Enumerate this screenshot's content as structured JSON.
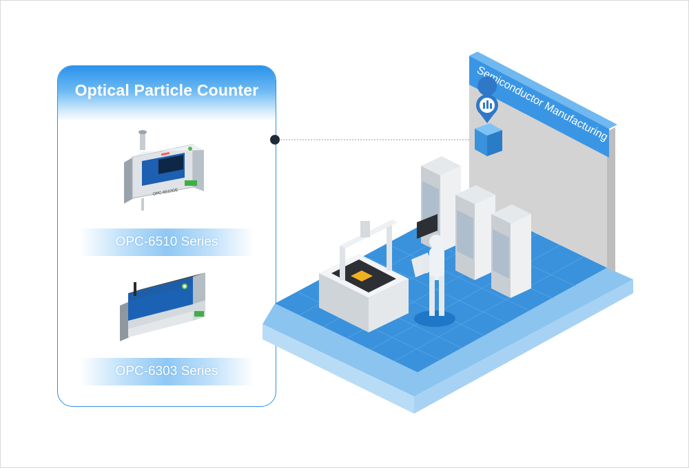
{
  "panel": {
    "title": "Optical Particle Counter",
    "products": [
      {
        "series": "OPC-6510 Series",
        "device_label": "OPC-6510GE"
      },
      {
        "series": "OPC-6303 Series"
      }
    ]
  },
  "scene": {
    "sign": "Semiconductor Manufacturing",
    "sign_icon": "factory-icon"
  },
  "colors": {
    "accent": "#2f8fe0",
    "floor": "#3a92dc",
    "wall": "#d3d3d3",
    "connector_dot": "#1e2a3a"
  }
}
